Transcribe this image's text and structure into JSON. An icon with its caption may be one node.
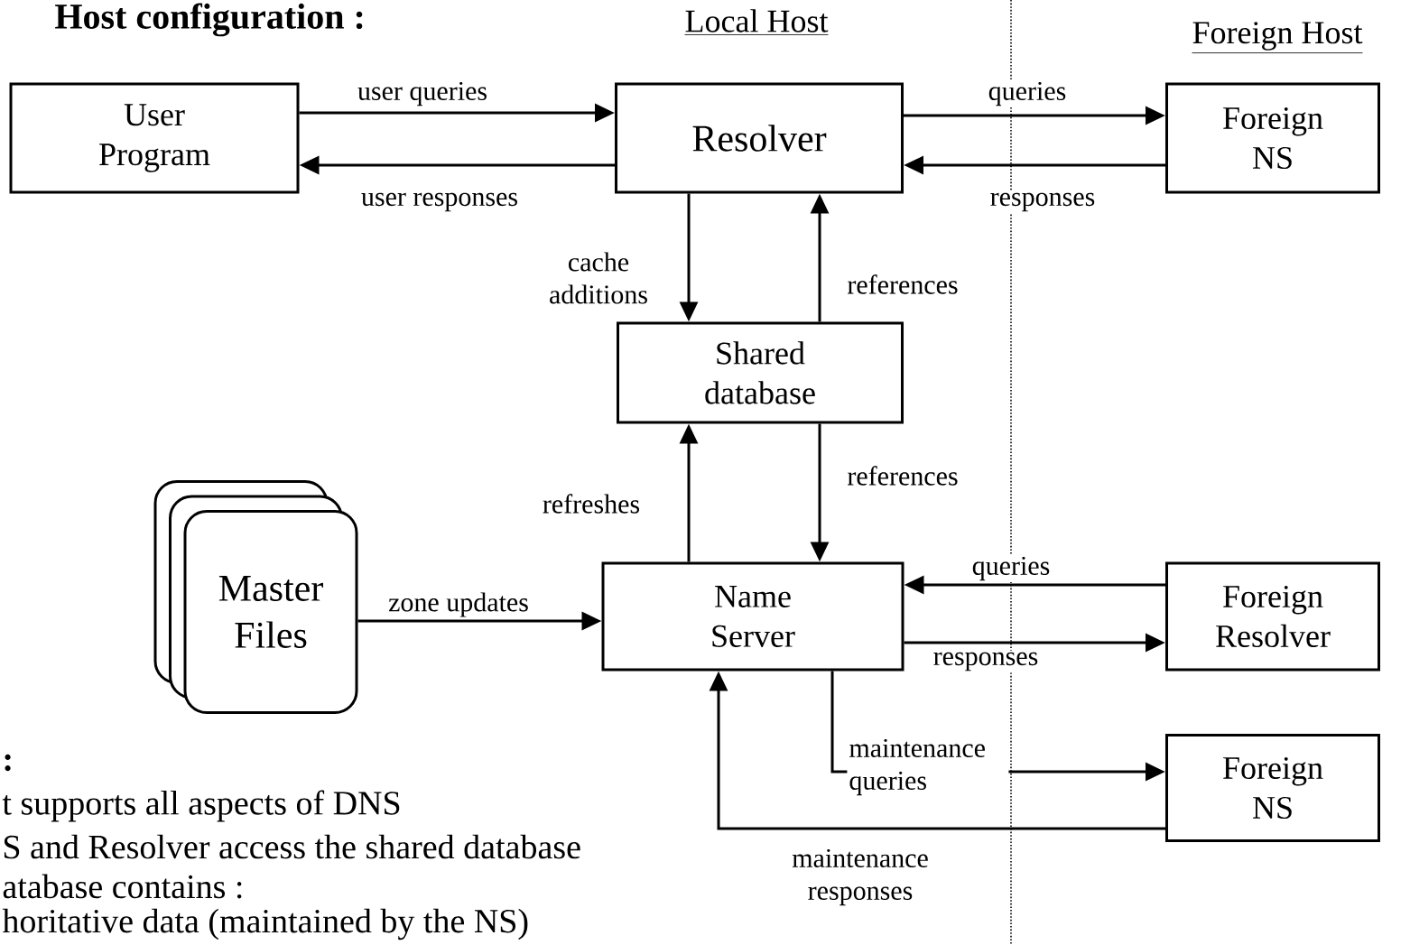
{
  "diagram": {
    "title": "Host configuration :",
    "nodes": [
      {
        "text": [
          "User Program"
        ]
      },
      {
        "text": [
          "Resolver"
        ]
      },
      {
        "text": [
          "Foreign NS"
        ]
      },
      {
        "text": [
          "Shared database"
        ]
      },
      {
        "text": [
          "Master Files"
        ]
      },
      {
        "text": [
          "Name Server"
        ]
      },
      {
        "text": [
          "Foreign Resolver"
        ]
      },
      {
        "text": [
          "Foreign NS"
        ]
      }
    ],
    "edges": [
      {
        "from": 0,
        "to": 1,
        "arrow": "to",
        "label": "user queries"
      },
      {
        "from": 1,
        "to": 0,
        "arrow": "to",
        "label": "user responses"
      },
      {
        "from": 1,
        "to": 2,
        "arrow": "to",
        "label": "queries"
      },
      {
        "from": 2,
        "to": 1,
        "arrow": "to",
        "label": "responses"
      },
      {
        "from": 1,
        "to": 3,
        "arrow": "to",
        "label": "cache additions"
      },
      {
        "from": 3,
        "to": 1,
        "arrow": "to",
        "label": "references"
      },
      {
        "from": 5,
        "to": 3,
        "arrow": "to",
        "label": "refreshes"
      },
      {
        "from": 3,
        "to": 5,
        "arrow": "to",
        "label": "references"
      },
      {
        "from": 4,
        "to": 5,
        "arrow": "to",
        "label": "zone updates"
      },
      {
        "from": 6,
        "to": 5,
        "arrow": "to",
        "label": "queries"
      },
      {
        "from": 5,
        "to": 6,
        "arrow": "to",
        "label": "responses"
      },
      {
        "from": 5,
        "to": 7,
        "arrow": "to",
        "label": "maintenance queries"
      },
      {
        "from": 7,
        "to": 5,
        "arrow": "to",
        "label": "maintenance responses"
      }
    ],
    "labels": [
      "Local Host",
      "Foreign Host",
      ":",
      "t supports all aspects of DNS",
      "S and Resolver access the shared database",
      "atabase contains :",
      "horitative data (maintained by the NS)"
    ]
  }
}
